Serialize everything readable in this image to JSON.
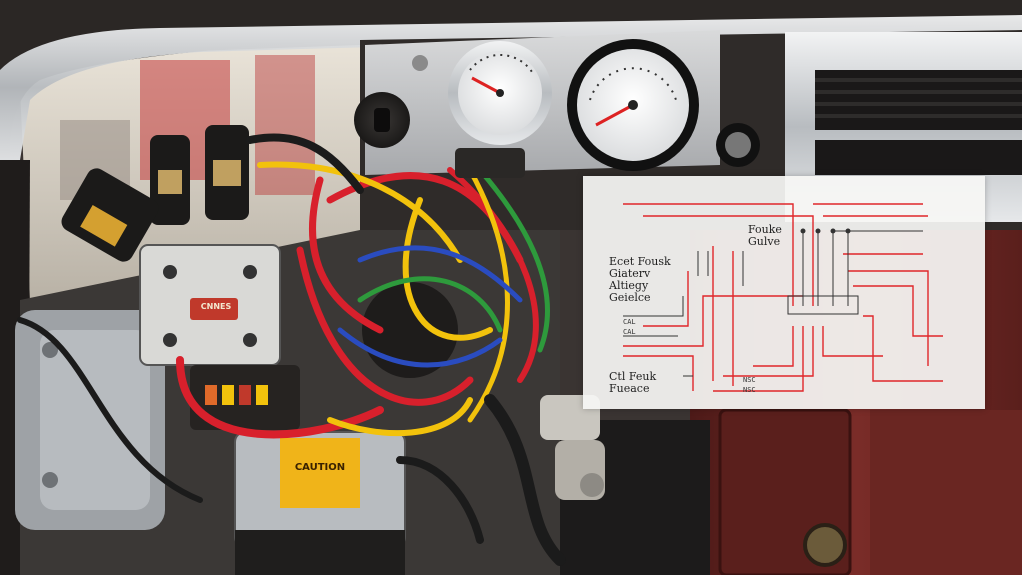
{
  "scene": {
    "subject": "classic car interior with exposed dashboard wiring harness and a superimposed wiring diagram",
    "colors": {
      "wire_red": "#d8202c",
      "wire_yellow": "#f2c20c",
      "wire_green": "#2e9a3c",
      "wire_blue": "#2a4cc0",
      "wire_black": "#1b1b1b",
      "dash_chrome": "#cfd2d4",
      "cabin_maroon": "#6e2a26",
      "diagram_bg": "#f6f6f4",
      "diagram_line_red": "#e0262a",
      "diagram_line_black": "#333333"
    }
  },
  "diagram": {
    "left_labels": [
      "Ecet Fousk",
      "Giaterv",
      "Altiegy",
      "Geielce"
    ],
    "top_label": "Fouke\nGulve",
    "bottom_label": "Ctl Feuk\nFueace",
    "small_left": "CAL",
    "small_left2": "CAL",
    "small_bottom": "NSC",
    "small_bottom2": "NSC"
  },
  "module_plate": {
    "text": "CNNES"
  },
  "warning_box": {
    "text": "CAUTION"
  }
}
